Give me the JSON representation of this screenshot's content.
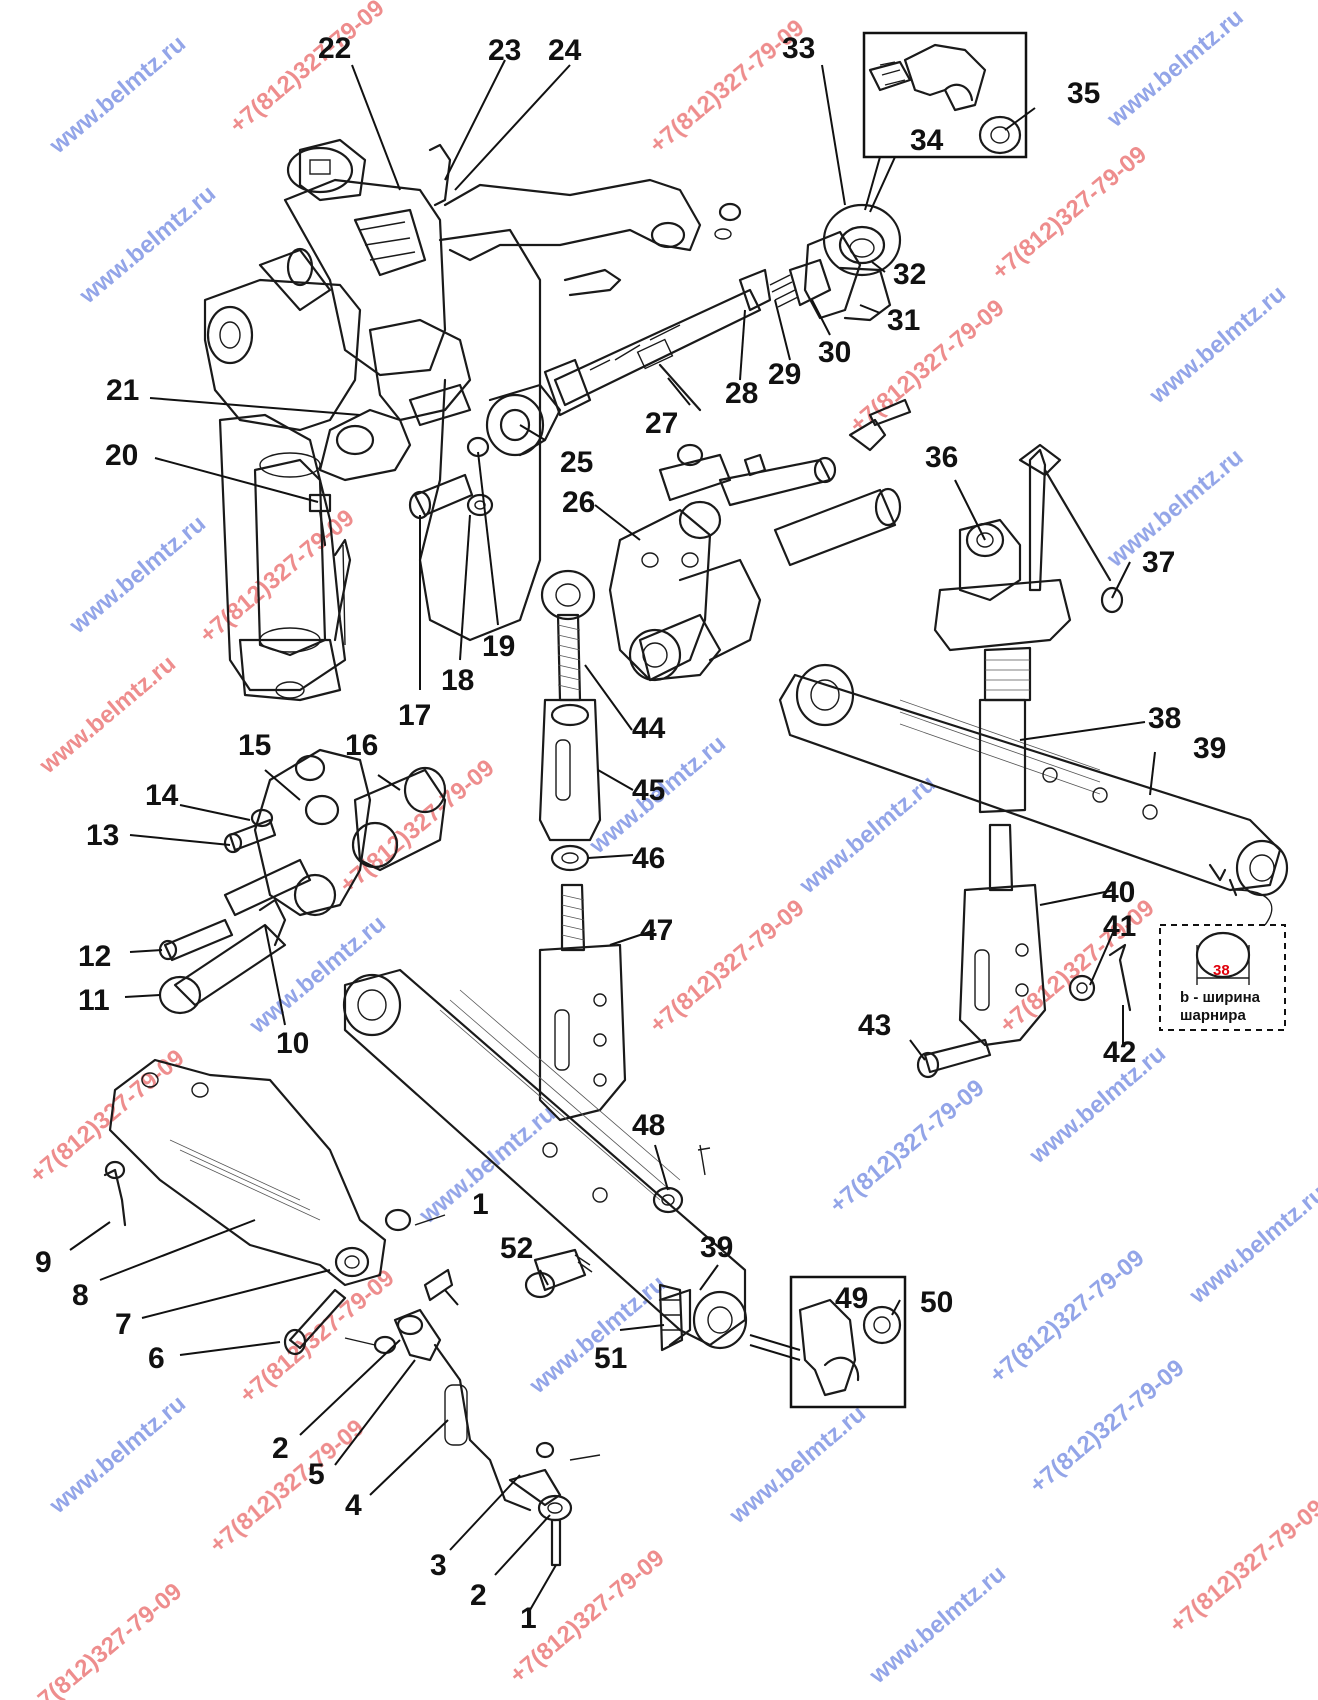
{
  "labels": [
    "1",
    "2",
    "3",
    "4",
    "5",
    "6",
    "7",
    "8",
    "9",
    "10",
    "11",
    "12",
    "13",
    "14",
    "15",
    "16",
    "17",
    "18",
    "19",
    "20",
    "21",
    "22",
    "23",
    "24",
    "25",
    "26",
    "27",
    "28",
    "29",
    "30",
    "31",
    "32",
    "33",
    "34",
    "35",
    "36",
    "37",
    "38",
    "39",
    "40",
    "41",
    "42",
    "43",
    "44",
    "45",
    "46",
    "47",
    "48",
    "49",
    "50",
    "51",
    "52"
  ],
  "watermarks": {
    "site": "www.belmtz.ru",
    "phone": "+7(812)327-79-09",
    "site_color": "#3b5bd6",
    "phone_color": "#e03030"
  },
  "note": {
    "dimension": "38",
    "dimension_color": "#e0000b",
    "line1": "b - ширина",
    "line2": "шарнира"
  }
}
